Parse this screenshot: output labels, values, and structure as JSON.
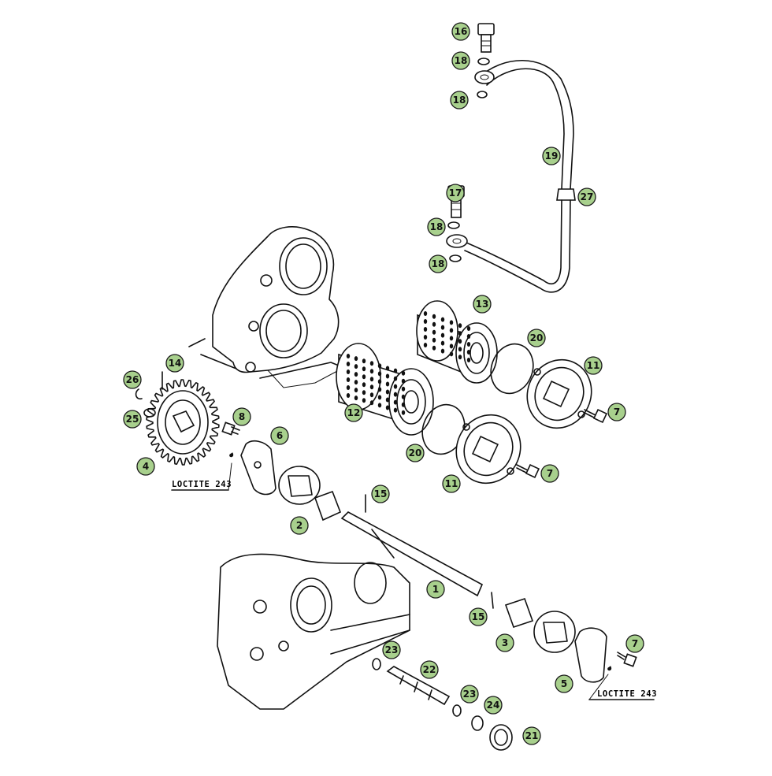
{
  "diagram": {
    "callout_color": "#a8d08d",
    "callout_border": "#1a1a1a",
    "labels": [
      "1",
      "2",
      "3",
      "4",
      "5",
      "6",
      "7",
      "7",
      "7",
      "8",
      "11",
      "11",
      "12",
      "13",
      "14",
      "15",
      "15",
      "16",
      "17",
      "18",
      "18",
      "18",
      "18",
      "19",
      "20",
      "20",
      "21",
      "22",
      "23",
      "23",
      "24",
      "25",
      "26",
      "27"
    ],
    "notes": [
      "LOCTITE 243",
      "LOCTITE 243"
    ]
  }
}
